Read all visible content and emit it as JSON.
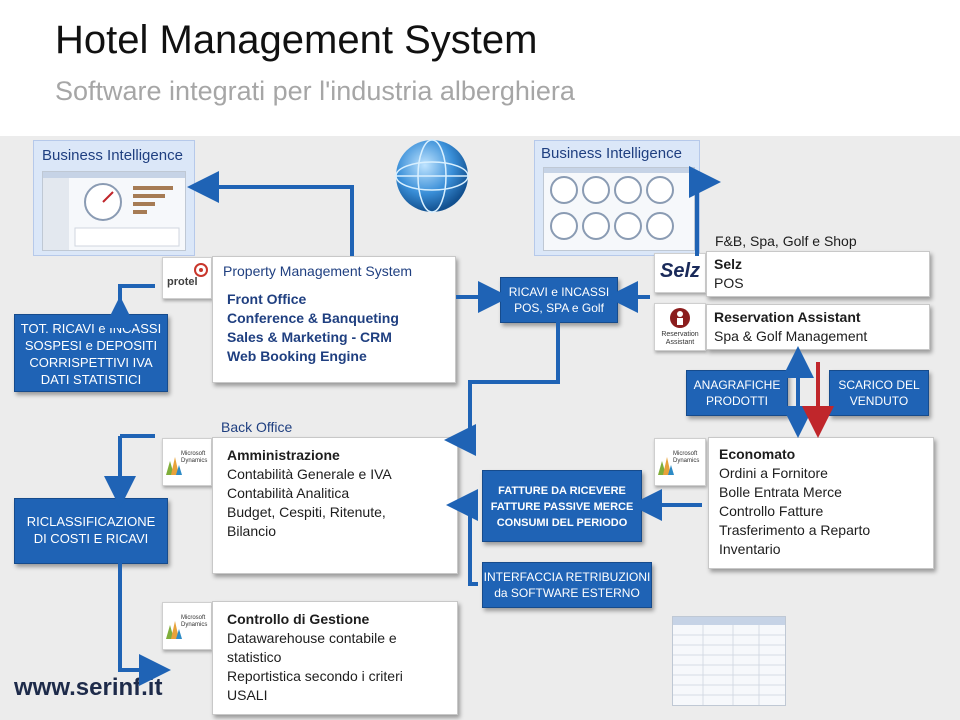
{
  "header": {
    "title": "Hotel Management System",
    "subtitle": "Software integrati per l'industria alberghiera"
  },
  "bi": {
    "left_label": "Business Intelligence",
    "right_label": "Business Intelligence"
  },
  "left_boxes": {
    "kpi": [
      "TOT. RICAVI e INCASSI",
      "SOSPESI e DEPOSITI",
      "CORRISPETTIVI IVA",
      "DATI STATISTICI"
    ],
    "reclass": [
      "RICLASSIFICAZIONE",
      "DI COSTI E RICAVI"
    ]
  },
  "pms": {
    "logo": "protel",
    "title": "Property Management System",
    "items": [
      "Front Office",
      "Conference & Banqueting",
      "Sales & Marketing - CRM",
      "Web Booking Engine"
    ]
  },
  "back_office": {
    "label": "Back Office",
    "logo": "Microsoft Dynamics",
    "title": "Amministrazione",
    "items": [
      "Contabilità Generale e IVA",
      "Contabilità Analitica",
      "Budget, Cespiti, Ritenute,",
      "Bilancio"
    ]
  },
  "controllo": {
    "logo": "Microsoft Dynamics",
    "title": "Controllo di Gestione",
    "items": [
      "Datawarehouse contabile e",
      "statistico",
      "Reportistica secondo i criteri",
      "USALI"
    ]
  },
  "center_boxes": {
    "ricavi": [
      "RICAVI e INCASSI",
      "POS, SPA e Golf"
    ],
    "fatture": [
      "FATTURE DA RICEVERE",
      "FATTURE PASSIVE MERCE",
      "CONSUMI DEL PERIODO"
    ],
    "interfaccia": [
      "INTERFACCIA RETRIBUZIONI",
      "da SOFTWARE ESTERNO"
    ]
  },
  "fnb": {
    "heading": "F&B, Spa, Golf e Shop",
    "selz_logo": "Selz",
    "selz_title": "Selz",
    "selz_sub": "POS",
    "ra_logo": [
      "Reservation",
      "Assistant"
    ],
    "ra_title": "Reservation Assistant",
    "ra_sub": "Spa & Golf Management"
  },
  "anagrafiche": [
    "ANAGRAFICHE",
    "PRODOTTI"
  ],
  "scarico": [
    "SCARICO DEL",
    "VENDUTO"
  ],
  "economato": {
    "logo": "Microsoft Dynamics",
    "title": "Economato",
    "items": [
      "Ordini a Fornitore",
      "Bolle Entrata Merce",
      "Controllo Fatture",
      "Trasferimento a Reparto",
      "Inventario"
    ]
  },
  "footer": {
    "url": "www.serinf.it"
  },
  "colors": {
    "accent_blue": "#1f63b5",
    "navy": "#1f3f80",
    "arrow_red": "#c0262b",
    "band_gray": "#ececec"
  }
}
